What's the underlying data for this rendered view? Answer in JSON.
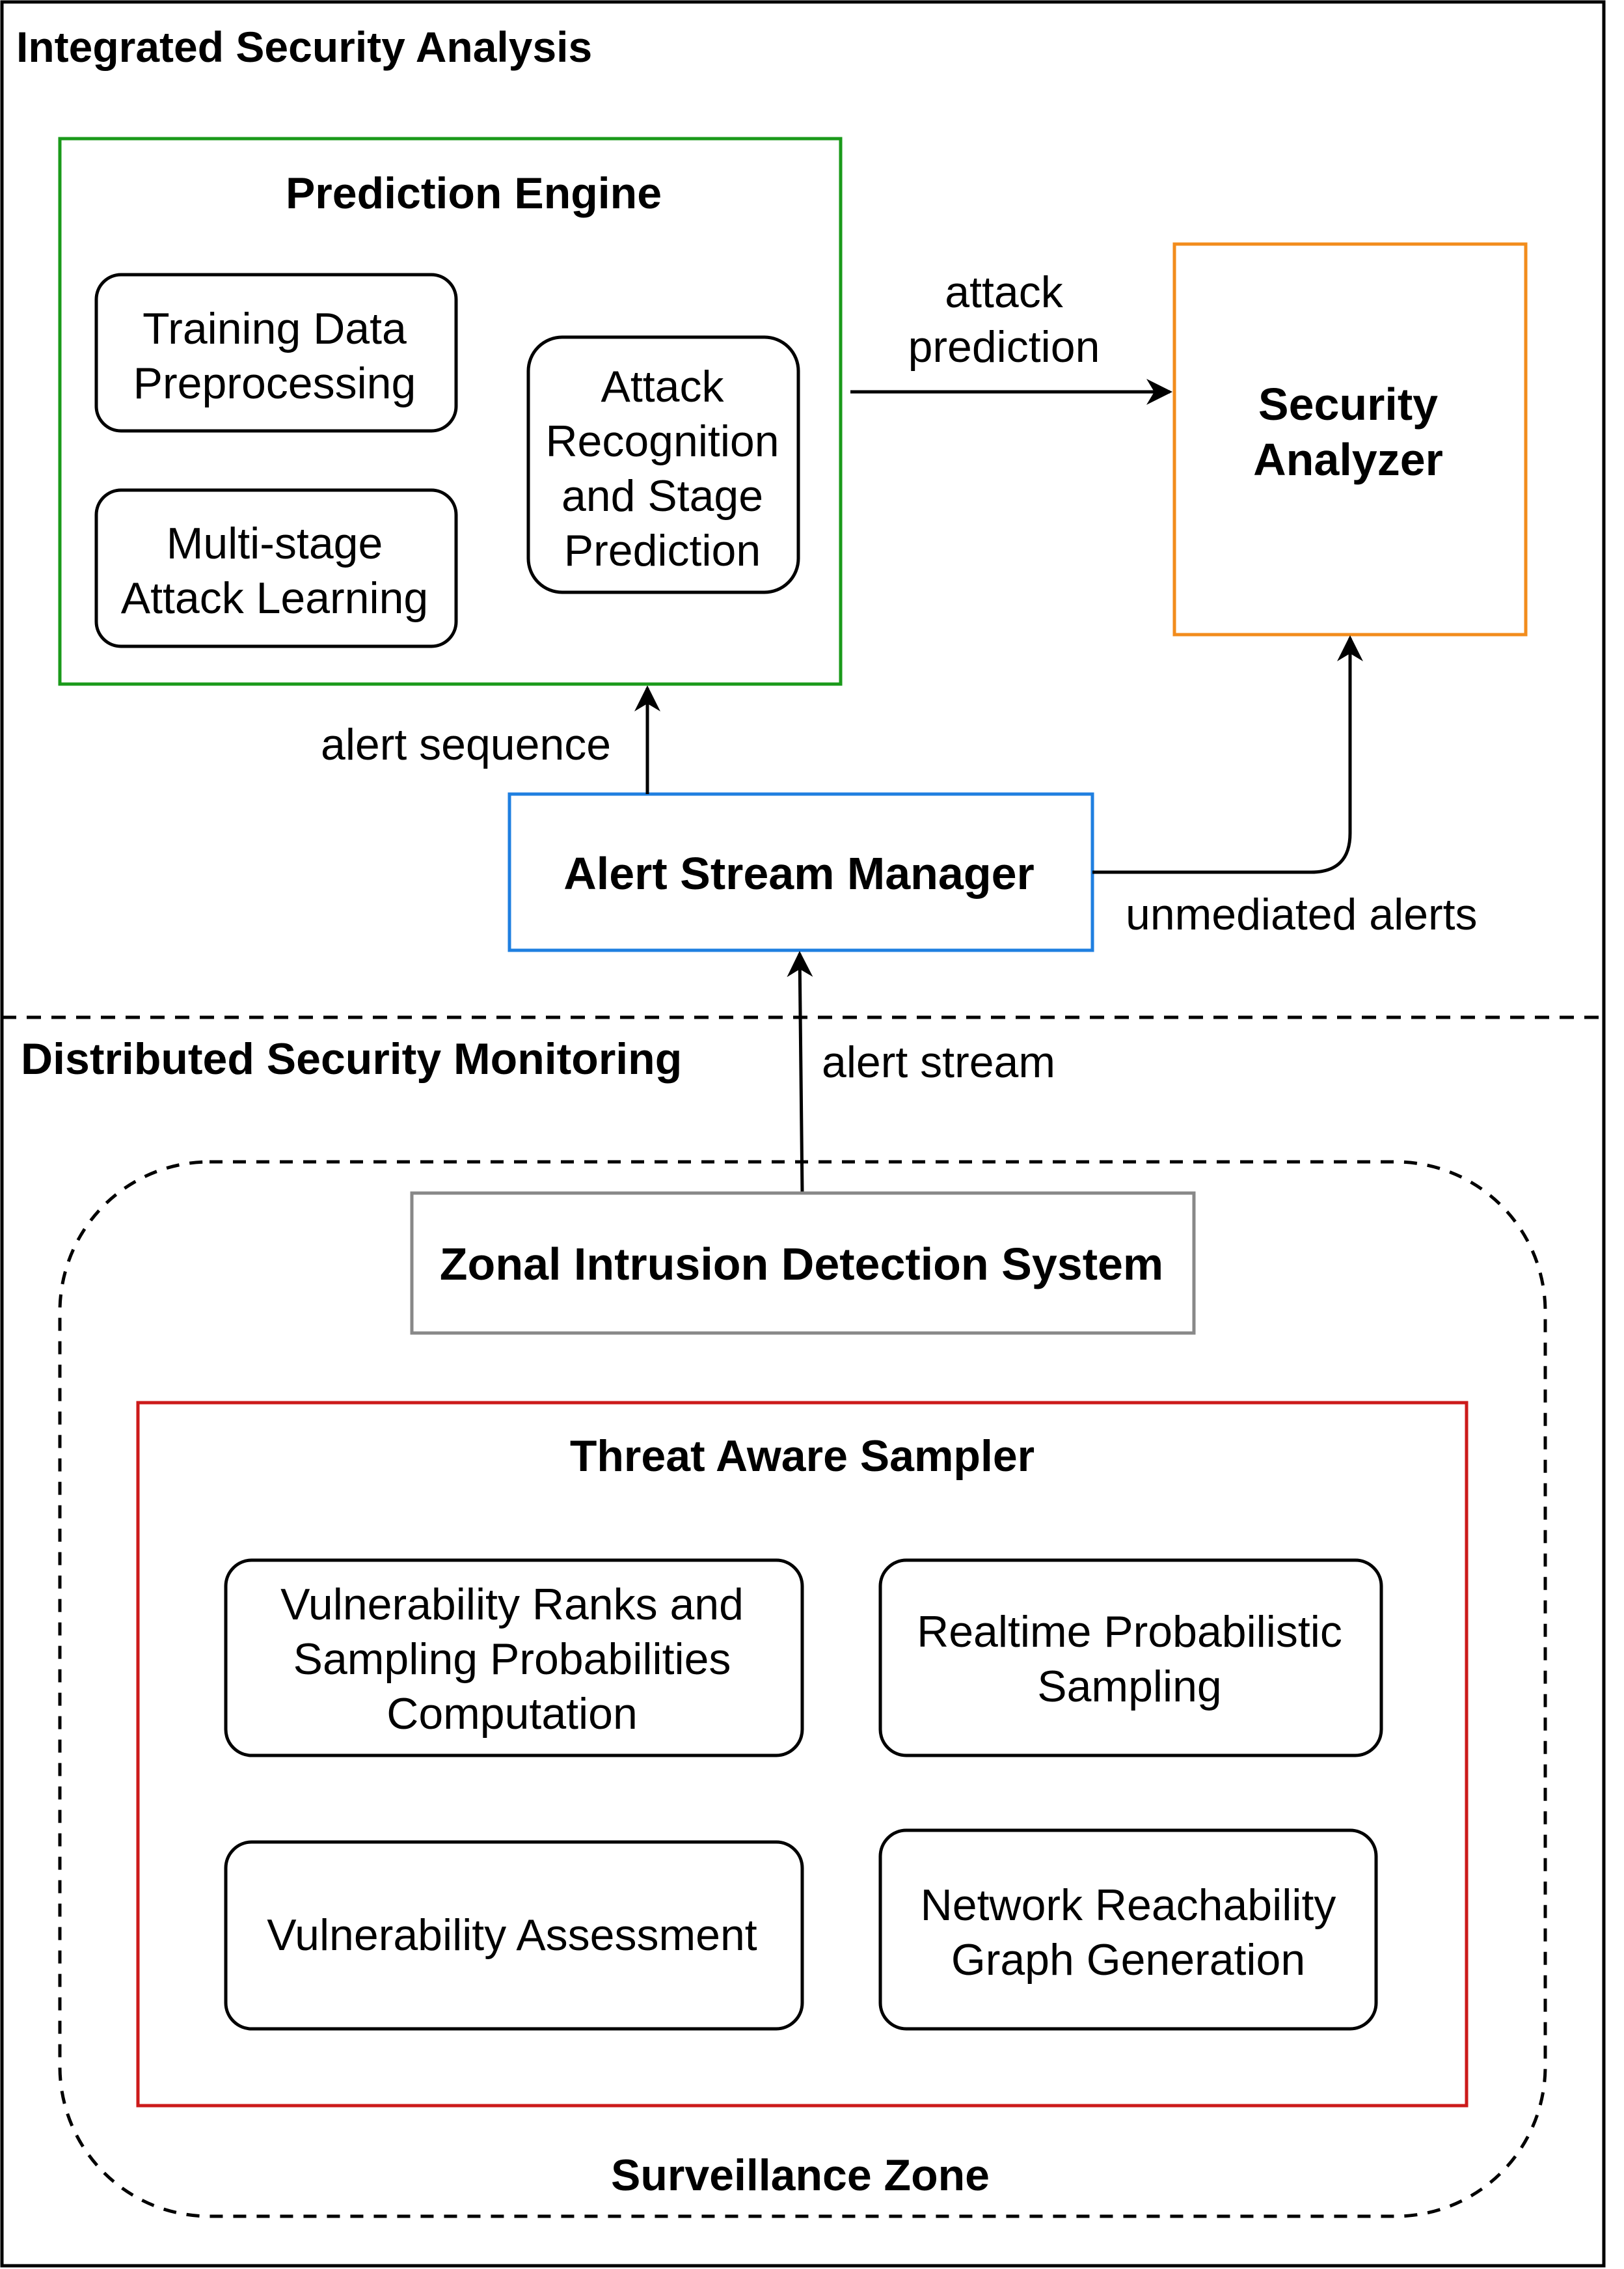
{
  "sections": {
    "top_label": "Integrated Security Analysis",
    "bottom_label": "Distributed Security Monitoring"
  },
  "prediction_engine": {
    "title": "Prediction Engine",
    "color": "#1a9a1a",
    "modules": {
      "training": [
        "Training Data",
        "Preprocessing"
      ],
      "learning": [
        "Multi-stage",
        "Attack Learning"
      ],
      "recognition": [
        "Attack",
        "Recognition",
        "and Stage",
        "Prediction"
      ]
    }
  },
  "security_analyzer": {
    "title": [
      "Security",
      "Analyzer"
    ],
    "color": "#f28c1c"
  },
  "alert_stream_manager": {
    "title": "Alert Stream Manager",
    "color": "#1f7fe0"
  },
  "zonal_ids": {
    "title": "Zonal Intrusion Detection System",
    "color": "#888888"
  },
  "threat_aware_sampler": {
    "title": "Threat Aware Sampler",
    "color": "#cc1a1a",
    "modules": {
      "ranks": [
        "Vulnerability Ranks and",
        "Sampling Probabilities",
        "Computation"
      ],
      "realtime": [
        "Realtime Probabilistic",
        "Sampling"
      ],
      "assessment": [
        "Vulnerability Assessment"
      ],
      "graph": [
        "Network Reachability",
        "Graph Generation"
      ]
    }
  },
  "surveillance_zone": {
    "title": "Surveillance Zone"
  },
  "edges": {
    "attack_prediction": [
      "attack",
      "prediction"
    ],
    "alert_sequence": "alert sequence",
    "unmediated_alerts": "unmediated alerts",
    "alert_stream": "alert stream"
  }
}
